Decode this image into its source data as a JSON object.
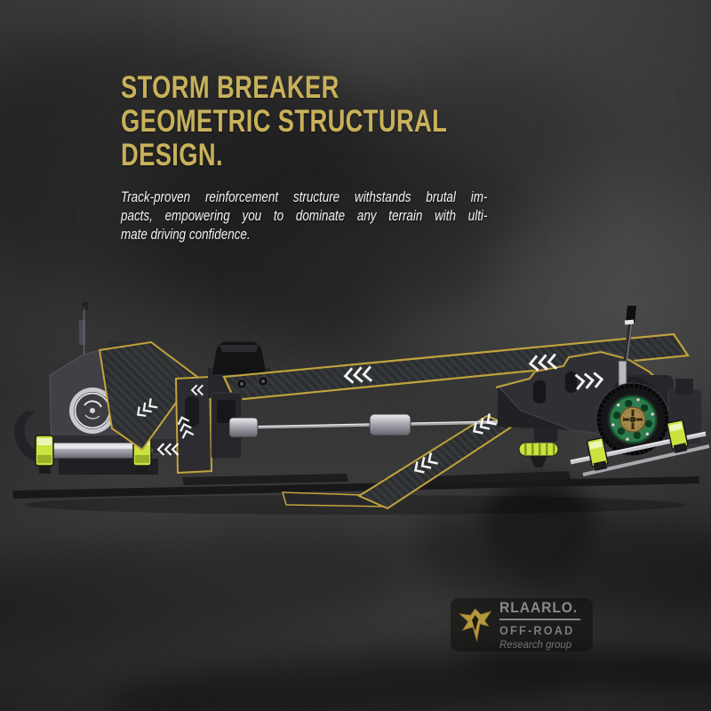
{
  "page": {
    "background": "#3b3b3b"
  },
  "hero": {
    "title_lines": [
      "STORM BREAKER",
      "GEOMETRIC STRUCTURAL",
      "DESIGN."
    ],
    "title_color": "#c8b15a",
    "description_lines": [
      "Track-proven reinforcement structure withstands brutal im-",
      "pacts, empowering you to dominate any terrain with ulti-",
      "mate driving confidence."
    ],
    "description_color": "#f2f2f2"
  },
  "product_render": {
    "name": "Storm Breaker geometric structural chassis render",
    "outline_color": "#c2a33c",
    "accent_lime": "#cbe23f",
    "accent_green": "#2c7d4d",
    "decal": "white chevron arrows"
  },
  "brand_badge": {
    "icon": "rlaarlo-bull-emblem-icon",
    "icon_color": "#b5973d",
    "name": "RLAARLO.",
    "line2": "OFF-ROAD",
    "line3": "Research group",
    "text_color": "#8a8a8a"
  }
}
